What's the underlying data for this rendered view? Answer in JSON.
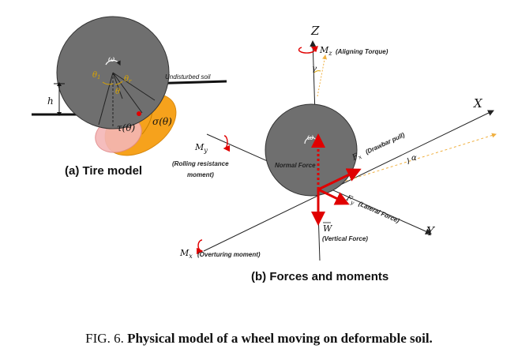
{
  "colors": {
    "wheel": "#6f6f6f",
    "soil_orange": "#f6a21c",
    "soil_pink": "#f4b6b6",
    "force_arrow": "#e00000",
    "dotted_orange": "#f0b040",
    "angle_yellow": "#d9a300",
    "text": "#111111"
  },
  "panel_a": {
    "caption": "(a) Tire model",
    "omega": "ω",
    "theta1": "θ",
    "theta1_sub": "1",
    "theta_r": "θ",
    "theta_r_sub": "r",
    "theta": "θ",
    "undisturbed_soil": "Undisturbed soil",
    "h": "h",
    "tau": "τ(θ)",
    "sigma": "σ(θ)"
  },
  "panel_b": {
    "caption": "(b) Forces and moments",
    "axis_z": "Z",
    "axis_x": "X",
    "axis_y": "Y",
    "mz": "M",
    "mz_sub": "z",
    "mz_desc": "(Aligning Torque)",
    "my": "M",
    "my_sub": "y",
    "my_desc_line1": "(Rolling resistance",
    "my_desc_line2": "moment)",
    "mx": "M",
    "mx_sub": "x",
    "mx_desc": "(Overturing moment)",
    "gamma": "γ",
    "alpha": "α",
    "omega": "ω",
    "normal_force": "Normal Force",
    "fx": "F",
    "fx_sub": "x",
    "fx_desc": "(Drawbar pull)",
    "fy": "F",
    "fy_sub": "y",
    "fy_desc": "(Lateral Force)",
    "w": "W",
    "w_desc": "(Vertical Force)"
  },
  "figure_caption": {
    "prefix": "FIG. 6.",
    "title": "Physical model of a wheel moving on deformable soil."
  }
}
